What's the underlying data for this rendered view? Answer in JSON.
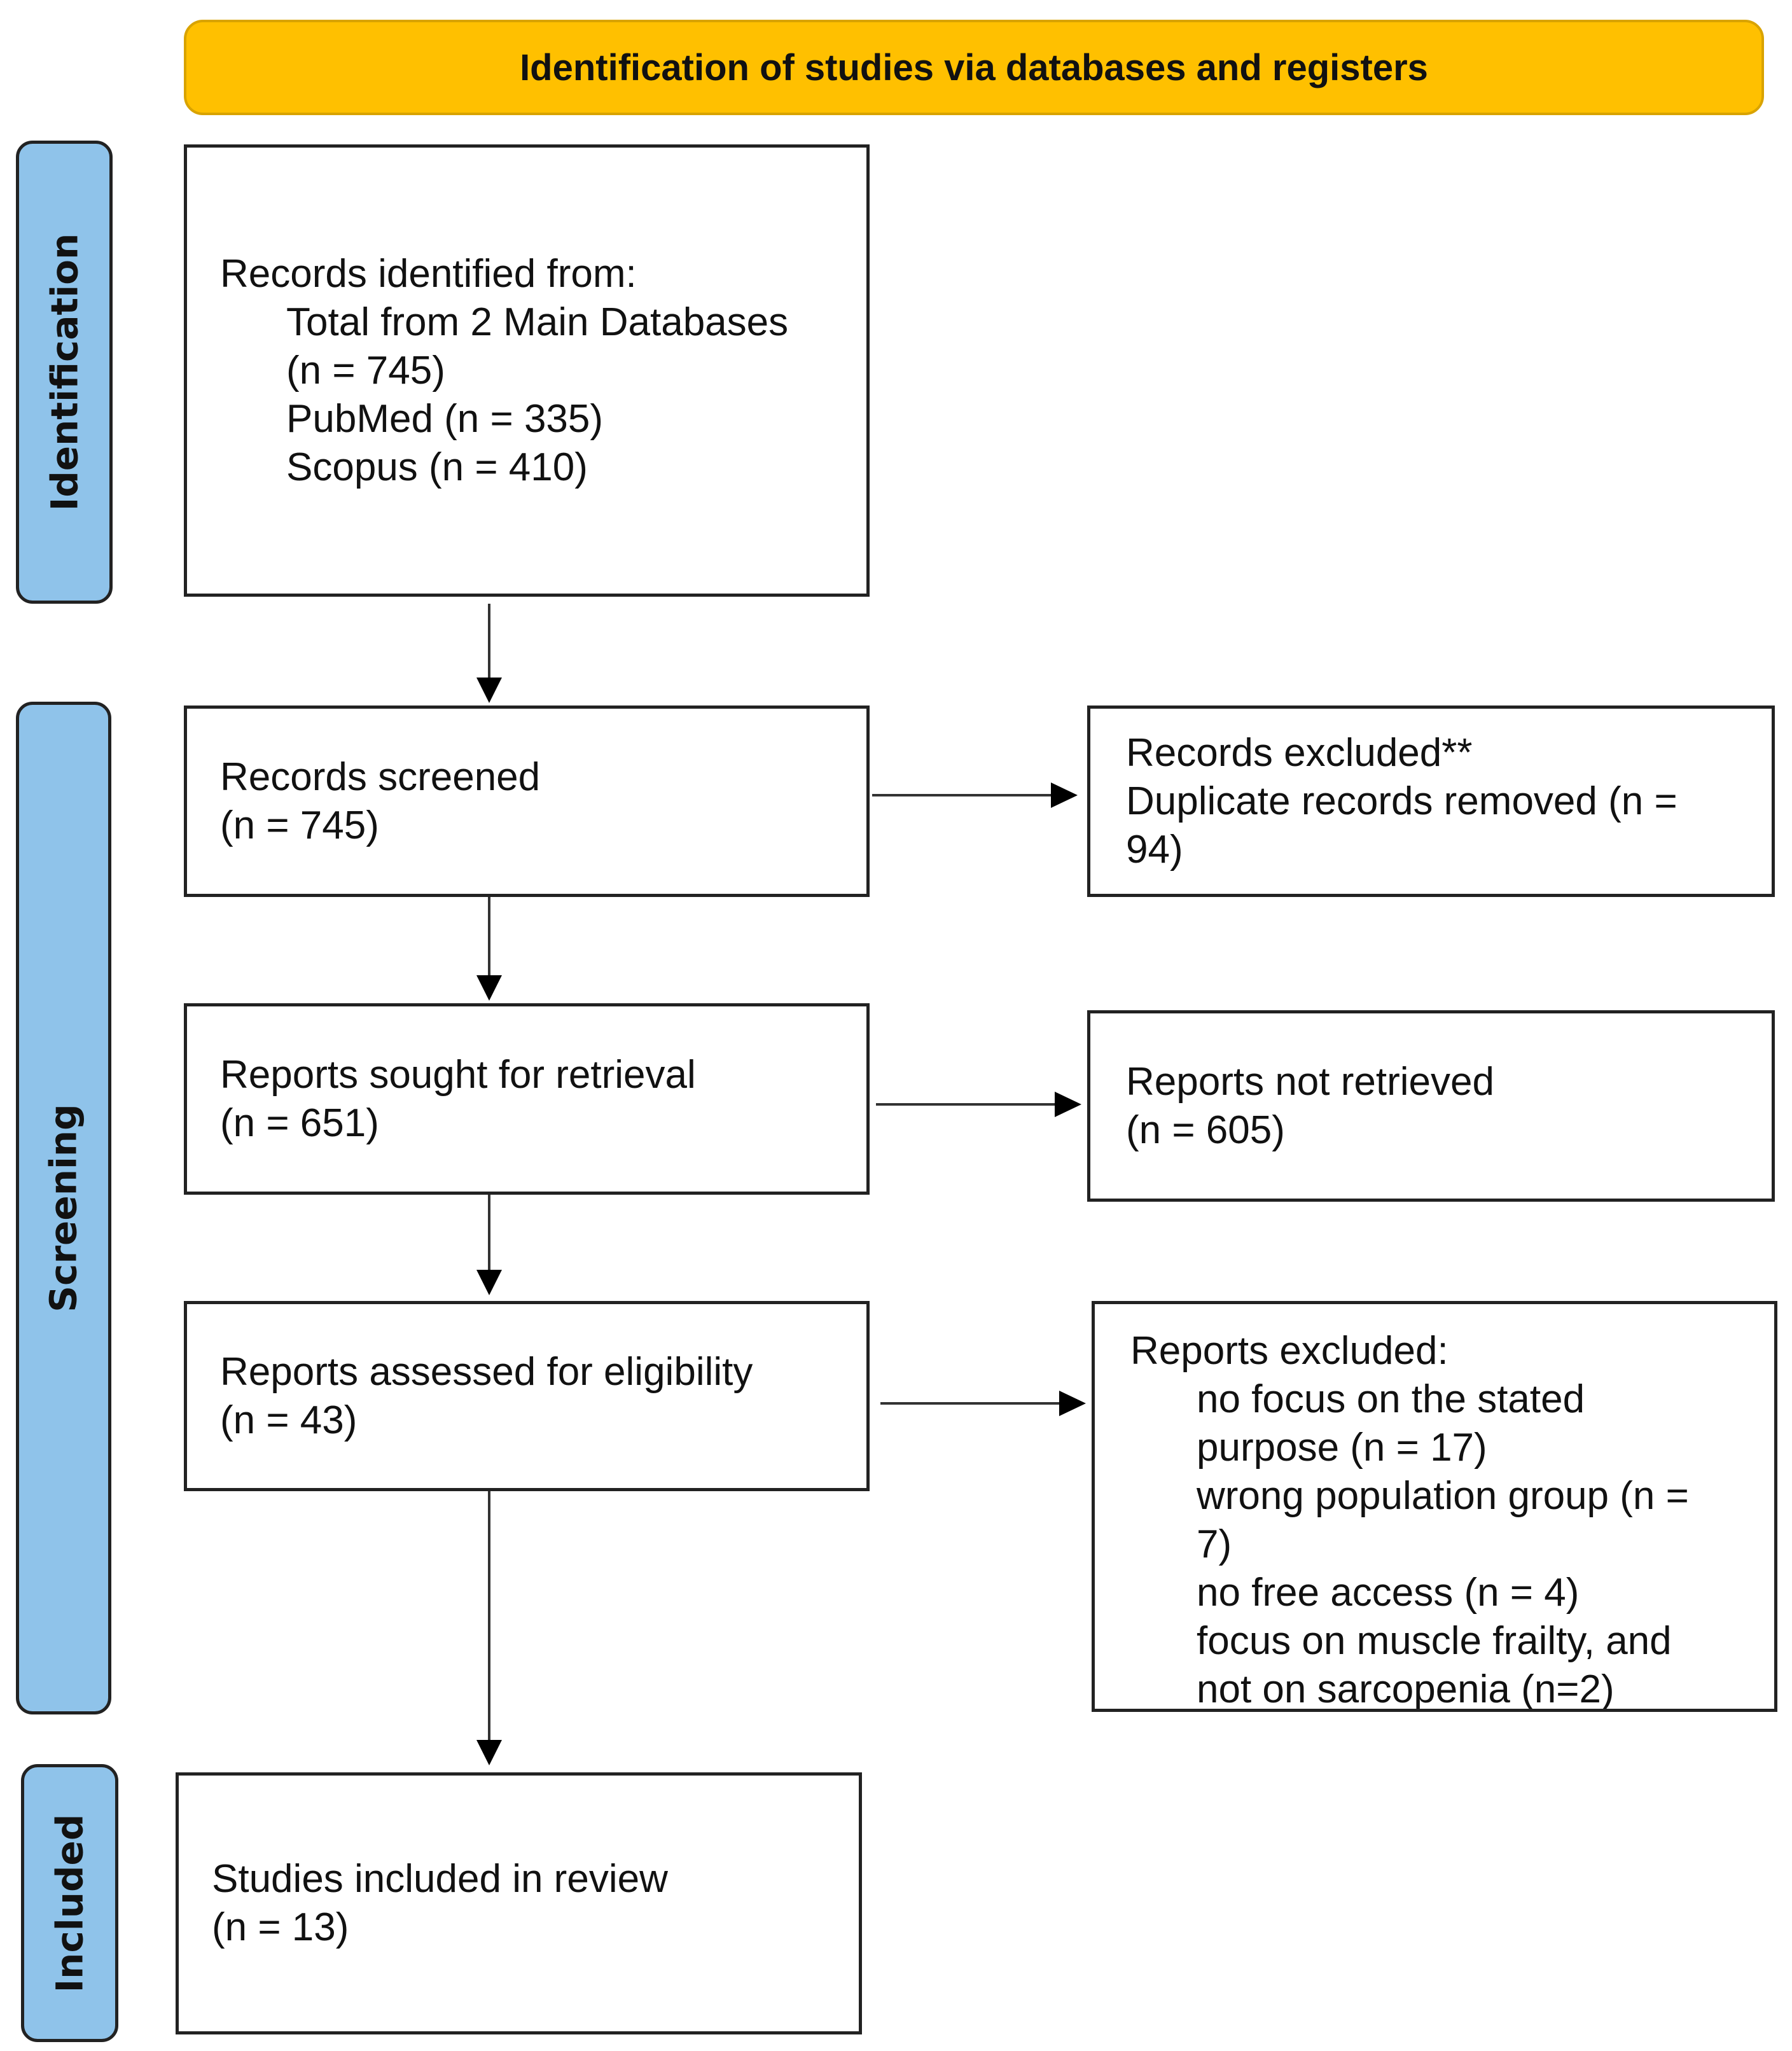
{
  "header": {
    "title": "Identification of studies via databases and registers"
  },
  "phases": {
    "identification": "Identification",
    "screening": "Screening",
    "included": "Included"
  },
  "colors": {
    "header": "#FFC000",
    "phase": "#8FC3EA"
  },
  "boxes": {
    "identified": {
      "title": "Records identified from:",
      "lines": [
        "Total from 2 Main Databases",
        "(n = 745)",
        "PubMed (n = 335)",
        "Scopus (n = 410)"
      ]
    },
    "screened": {
      "title": "Records screened",
      "count": "(n = 745)"
    },
    "records_excluded": {
      "lines": [
        "Records excluded**",
        "Duplicate records removed (n =",
        "94)"
      ]
    },
    "sought": {
      "title": "Reports sought for retrieval",
      "count": "(n = 651)"
    },
    "not_retrieved": {
      "title": "Reports not retrieved",
      "count": "(n = 605)"
    },
    "assessed": {
      "title": "Reports assessed for eligibility",
      "count": "(n = 43)"
    },
    "reports_excluded": {
      "title": "Reports excluded:",
      "lines": [
        "no focus on the stated",
        "purpose (n = 17)",
        "wrong population group (n =",
        "7)",
        "no free access (n = 4)",
        "focus on muscle frailty, and",
        "not on sarcopenia (n=2)"
      ]
    },
    "included": {
      "title": "Studies included in review",
      "count": "(n = 13)"
    }
  }
}
